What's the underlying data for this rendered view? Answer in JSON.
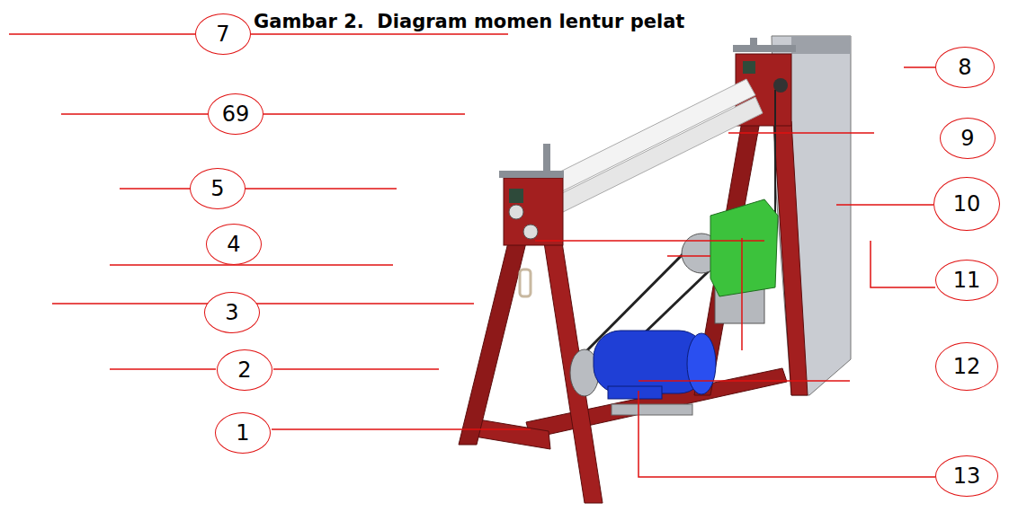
{
  "diagram": {
    "title": "Gambar 2.  Diagram momen lentur pelat",
    "nodes": [
      {
        "text": [
          "7"
        ]
      },
      {
        "text": [
          "8"
        ]
      },
      {
        "text": [
          "69"
        ]
      },
      {
        "text": [
          "9"
        ]
      },
      {
        "text": [
          "5"
        ]
      },
      {
        "text": [
          "10"
        ]
      },
      {
        "text": [
          "4"
        ]
      },
      {
        "text": [
          "11"
        ]
      },
      {
        "text": [
          "3"
        ]
      },
      {
        "text": [
          "12"
        ]
      },
      {
        "text": [
          "2"
        ]
      },
      {
        "text": [
          "13"
        ]
      },
      {
        "text": [
          "1"
        ]
      }
    ]
  }
}
